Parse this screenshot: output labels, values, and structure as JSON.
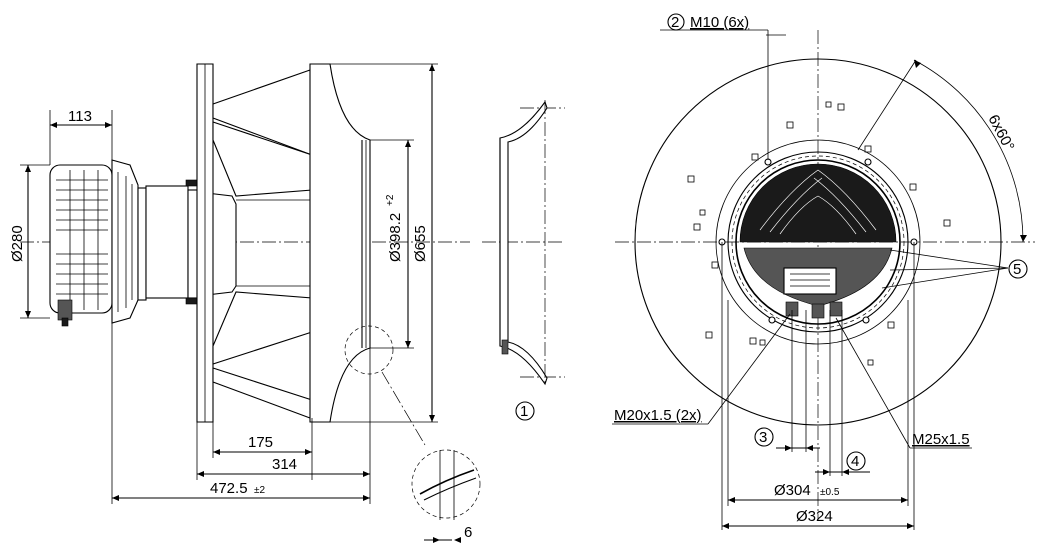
{
  "dimensions": {
    "d280": "Ø280",
    "w113": "113",
    "d398": "Ø398.2",
    "d398_tol": "+2",
    "d655": "Ø655",
    "l175": "175",
    "l314": "314",
    "l472": "472.5",
    "l472_tol": "±2",
    "l6": "6",
    "m10": "M10 (6x)",
    "m20": "M20x1.5 (2x)",
    "m25": "M25x1.5",
    "angle": "6x60°",
    "d304": "Ø304",
    "d304_tol": "±0.5",
    "d324": "Ø324"
  },
  "callouts": {
    "c1": "1",
    "c2": "2",
    "c3": "3",
    "c4": "4",
    "c5": "5"
  }
}
